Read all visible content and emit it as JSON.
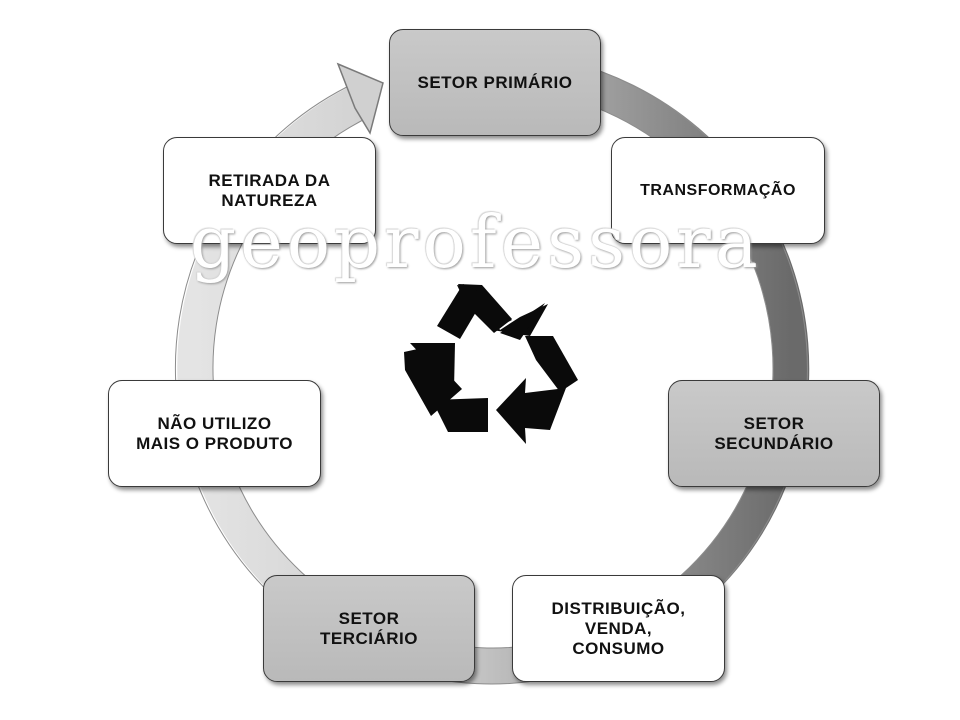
{
  "nodes": {
    "primary": "SETOR PRIMÁRIO",
    "transform": "TRANSFORMAÇÃO",
    "secondary": "SETOR\nSECUNDÁRIO",
    "distribution": "DISTRIBUIÇÃO,\nVENDA,\nCONSUMO",
    "tertiary": "SETOR\nTERCIÁRIO",
    "discard": "NÃO UTILIZO\nMAIS O PRODUTO",
    "extraction": "RETIRADA DA\nNATUREZA"
  },
  "watermark": "geoprofessora",
  "icons": {
    "center": "recycle-icon",
    "cycle": "cycle-arrow"
  },
  "colors": {
    "shaded_box": "#bfbfbf",
    "arrow_dark": "#6f6f6f",
    "arrow_light": "#e0e0e0"
  }
}
